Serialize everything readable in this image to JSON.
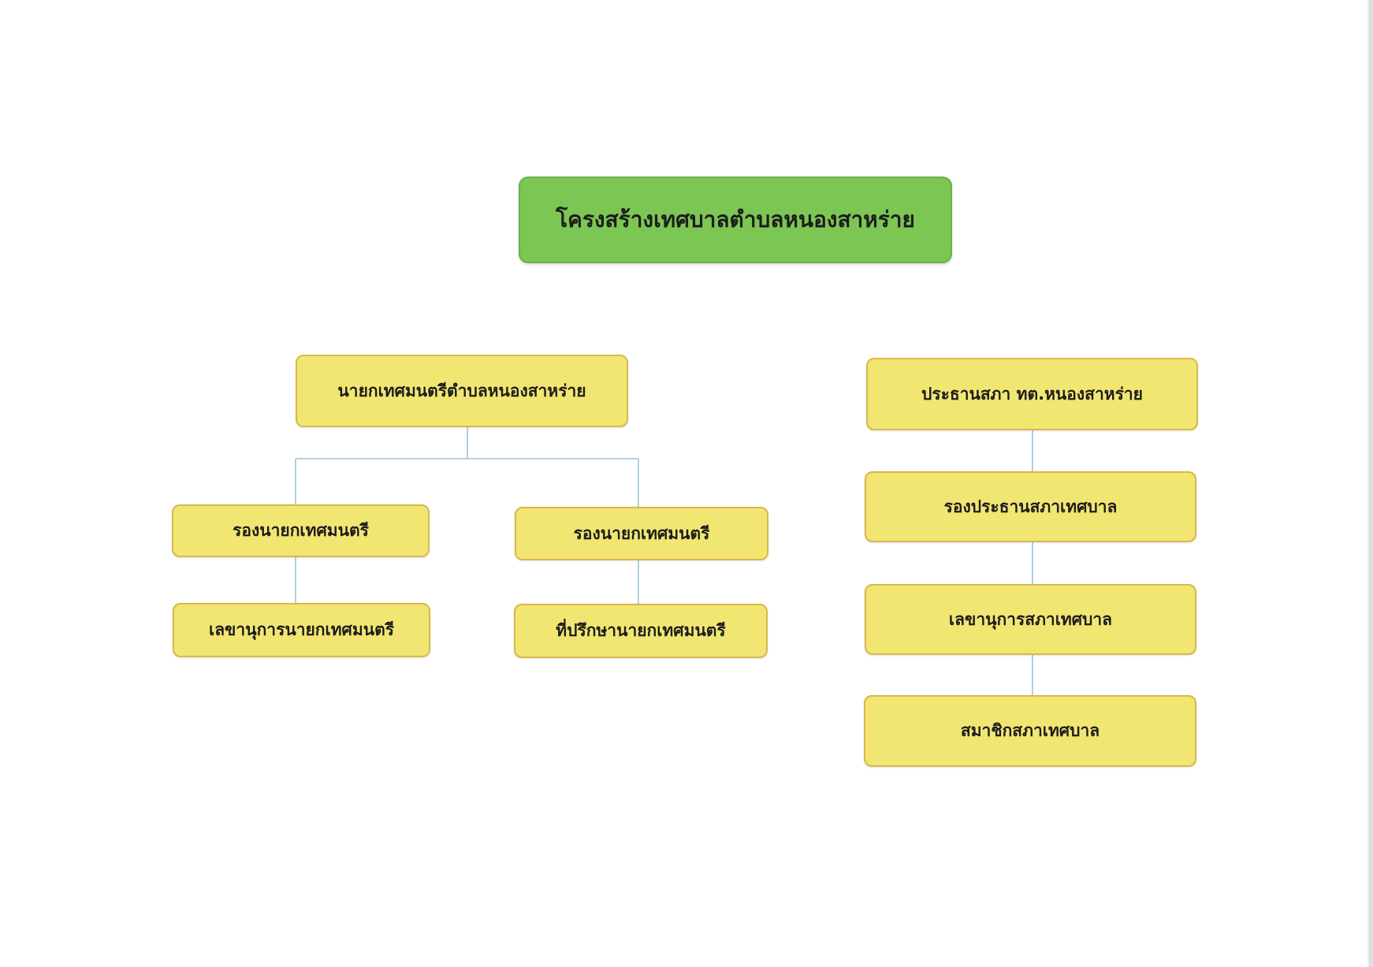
{
  "diagram": {
    "title": "โครงสร้างเทศบาลตำบลหนองสาหร่าย",
    "executive": {
      "mayor": "นายกเทศมนตรีตำบลหนองสาหร่าย",
      "deputy_left": "รองนายกเทศมนตรี",
      "deputy_right": "รองนายกเทศมนตรี",
      "secretary": "เลขานุการนายกเทศมนตรี",
      "advisor": "ที่ปรึกษานายกเทศมนตรี"
    },
    "council": {
      "president": "ประธานสภา ทต.หนองสาหร่าย",
      "vice_president": "รองประธานสภาเทศบาล",
      "secretary": "เลขานุการสภาเทศบาล",
      "members": "สมาชิกสภาเทศบาล"
    }
  },
  "colors": {
    "title_fill": "#7cc653",
    "node_fill": "#f2e672",
    "node_border": "#d9b84a",
    "connector": "#9fc3d6"
  }
}
